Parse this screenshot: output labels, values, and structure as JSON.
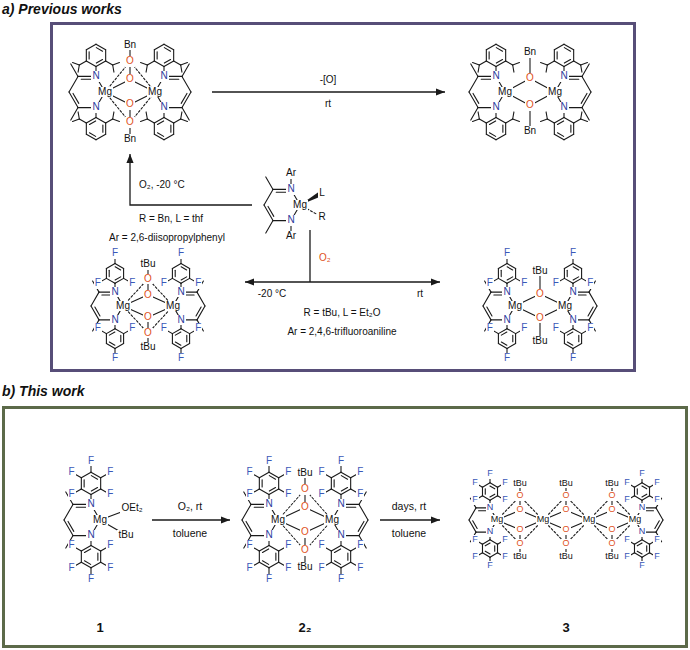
{
  "diagram": {
    "nodes": [
      {
        "text": [
          "a) Previous works"
        ]
      },
      {
        "text": [
          "b) This work"
        ]
      }
    ],
    "labels": [
      "-[O]",
      "rt",
      "O₂, -20 °C",
      "R = Bn, L = thf",
      "Ar = 2,6-diisopropylphenyl",
      "O₂",
      "-20 °C",
      "rt",
      "R = tBu, L = Et₂O",
      "Ar = 2,4,6-trifluoroaniline",
      "O₂, rt",
      "toluene",
      "days, rt",
      "toluene",
      "1",
      "2₂",
      "3",
      "N",
      "N",
      "N",
      "N",
      "Mg",
      "Mg",
      "O",
      "O",
      "Bn",
      "O",
      "O",
      "Bn",
      "N",
      "N",
      "N",
      "N",
      "Mg",
      "Mg",
      "O",
      "Bn",
      "O",
      "Bn",
      "N",
      "N",
      "Ar",
      "Ar",
      "Mg",
      "L",
      "R",
      "N",
      "N",
      "F",
      "F",
      "F",
      "F",
      "F",
      "F",
      "N",
      "N",
      "F",
      "F",
      "F",
      "F",
      "F",
      "F",
      "Mg",
      "Mg",
      "O",
      "O",
      "tBu",
      "O",
      "O",
      "tBu",
      "N",
      "N",
      "F",
      "F",
      "F",
      "F",
      "F",
      "F",
      "N",
      "N",
      "F",
      "F",
      "F",
      "F",
      "F",
      "F",
      "Mg",
      "Mg",
      "O",
      "tBu",
      "O",
      "tBu",
      "N",
      "N",
      "F",
      "F",
      "F",
      "F",
      "F",
      "F",
      "F",
      "F",
      "F",
      "F",
      "Mg",
      "OEt₂",
      "tBu",
      "N",
      "N",
      "F",
      "F",
      "F",
      "F",
      "F",
      "F",
      "F",
      "F",
      "F",
      "F",
      "N",
      "N",
      "F",
      "F",
      "F",
      "F",
      "F",
      "F",
      "F",
      "F",
      "F",
      "F",
      "Mg",
      "Mg",
      "O",
      "O",
      "tBu",
      "O",
      "O",
      "tBu",
      "N",
      "N",
      "F",
      "F",
      "F",
      "F",
      "F",
      "F",
      "F",
      "F",
      "F",
      "F",
      "N",
      "N",
      "F",
      "F",
      "F",
      "F",
      "F",
      "F",
      "F",
      "F",
      "F",
      "F",
      "Mg",
      "Mg",
      "Mg",
      "Mg",
      "O",
      "O",
      "tBu",
      "O",
      "O",
      "tBu",
      "O",
      "O",
      "tBu",
      "O",
      "O",
      "tBu",
      "O",
      "O",
      "tBu",
      "O",
      "O",
      "tBu"
    ]
  }
}
